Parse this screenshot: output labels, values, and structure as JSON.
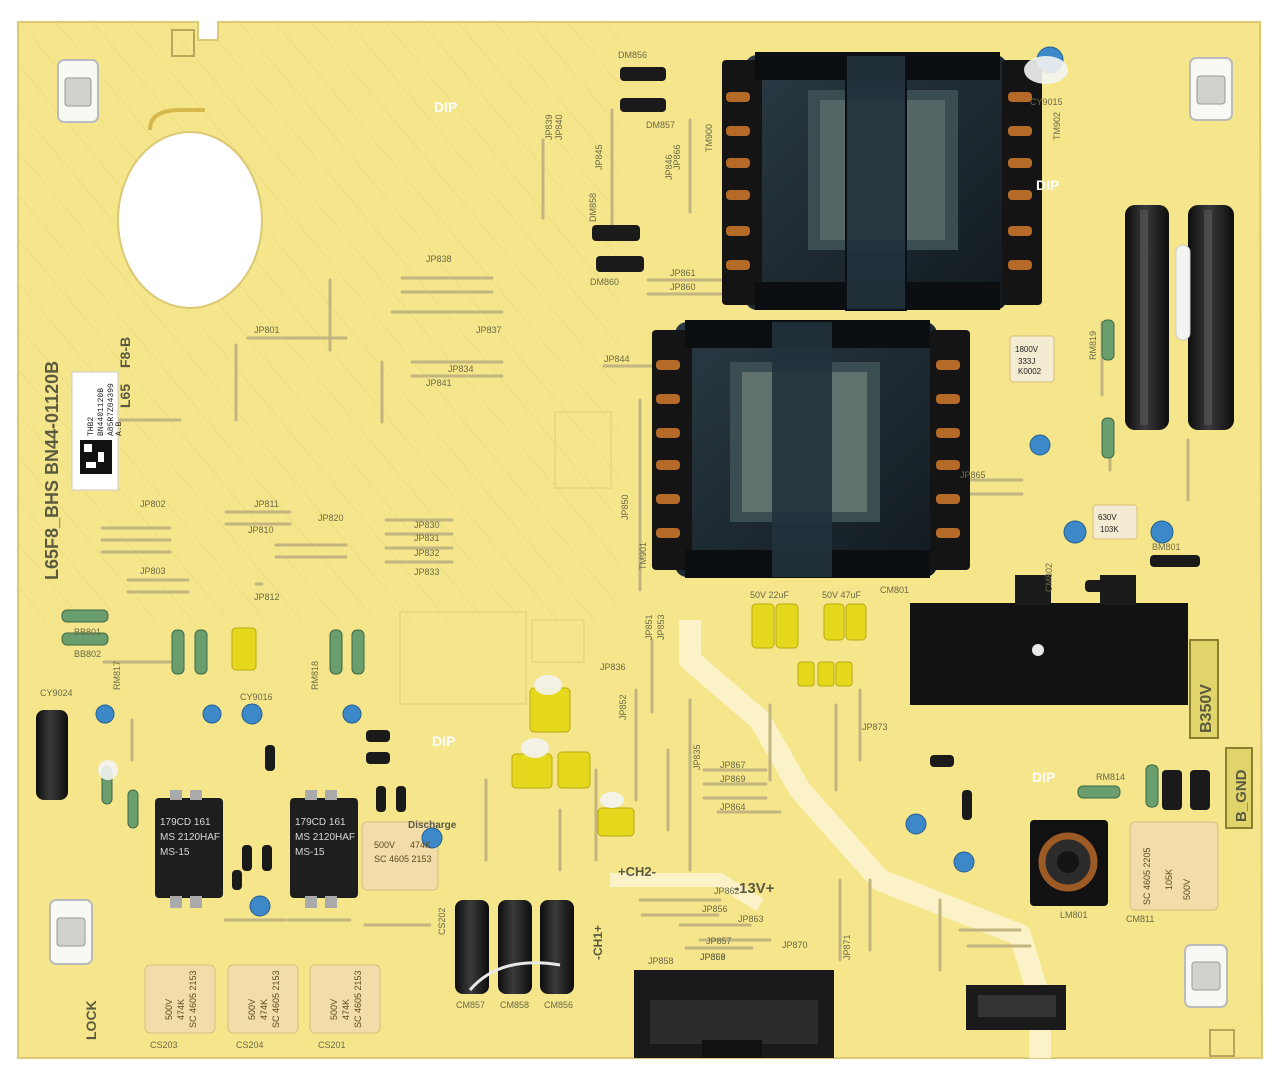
{
  "board": {
    "model_vertical": "L65F8_BHS   BN44-01120B",
    "label_sticker": {
      "line1": "THB2",
      "line2": "BN4401120B",
      "line3": "A85R7Z04399",
      "line4": "A.B",
      "model_right": "L65",
      "rev": "F8-B"
    },
    "dip_markings": [
      "DIP",
      "DIP",
      "DIP",
      "DIP"
    ],
    "b350v": "B350V",
    "b_gnd": "B_GND",
    "voltage_13v": "-13V+",
    "ch2": "+CH2-",
    "ch1": "-CH1+",
    "lock": "LOCK",
    "discharge": "Discharge",
    "ic_labels": [
      [
        "179CD 161",
        "MS 2120HAF",
        "MS-15"
      ],
      [
        "179CD 161",
        "MS 2120HAF",
        "MS-15"
      ]
    ],
    "film_caps": [
      [
        "500V",
        "474K",
        "SC 4605 2153"
      ],
      [
        "500V",
        "474K",
        "SC 4605 2153"
      ],
      [
        "500V",
        "474K",
        "SC 4605 2153"
      ],
      [
        "500V",
        "474K",
        "SC 4605 2153"
      ],
      [
        "500V",
        "105K",
        "SC 4605 2205"
      ]
    ],
    "small_film_caps": [
      [
        "1800V",
        "333J",
        "K0002"
      ],
      [
        "630V",
        "103K"
      ]
    ],
    "cap_labels_top": [
      "50V 22uF",
      "50V 47uF"
    ],
    "ref_designators": [
      "CM856",
      "CM857",
      "CM858",
      "CS202",
      "CS201",
      "CS203",
      "CS204",
      "CM801",
      "CM802",
      "CM811",
      "LM801",
      "CY9015",
      "CY9016",
      "CY9024",
      "DM858",
      "DM856",
      "DM860",
      "BB801",
      "BB802",
      "BM801",
      "JP801",
      "JP802",
      "JP803",
      "JP810",
      "JP811",
      "JP812",
      "JP820",
      "JP830",
      "JP831",
      "JP832",
      "JP833",
      "JP834",
      "JP835",
      "JP836",
      "JP837",
      "JP838",
      "JP839",
      "JP840",
      "JP841",
      "JP844",
      "JP845",
      "JP846",
      "JP850",
      "JP851",
      "JP852",
      "JP853",
      "JP856",
      "JP857",
      "JP858",
      "JP859",
      "JP860",
      "JP861",
      "JP862",
      "JP863",
      "JP864",
      "JP865",
      "JP866",
      "JP867",
      "JP868",
      "JP869",
      "JP870",
      "JP871",
      "JP873",
      "RM814",
      "RM817",
      "RM818",
      "RM819",
      "DM857",
      "TM900",
      "TM901",
      "TM902"
    ],
    "colors": {
      "pcb": "#f5e58b",
      "transformer": "#1d2a33",
      "film_cap": "#f2ddaa",
      "electrolytic": "#222222",
      "yellow_cap": "#e6d81c",
      "blue_cap": "#3c88c8"
    }
  }
}
